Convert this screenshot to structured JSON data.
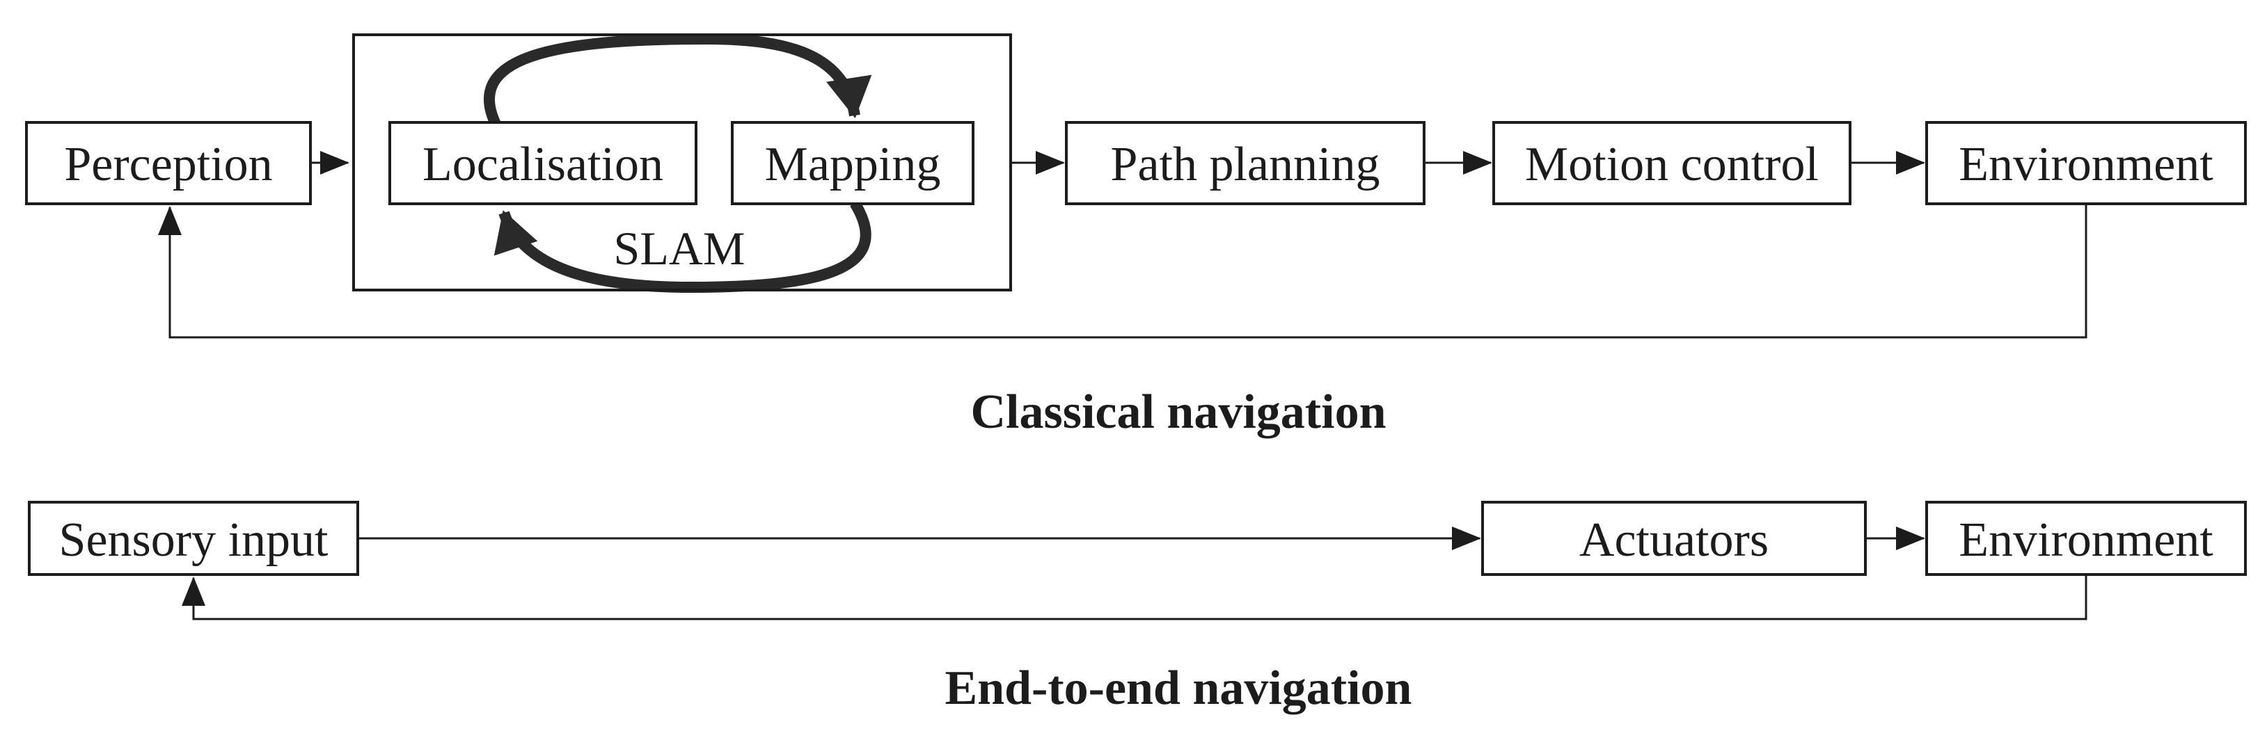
{
  "meta": {
    "background_color": "#ffffff",
    "ink_color": "#1c1c1c"
  },
  "classical": {
    "caption": "Classical navigation",
    "nodes": {
      "perception": "Perception",
      "localisation": "Localisation",
      "mapping": "Mapping",
      "slam": "SLAM",
      "path_planning": "Path planning",
      "motion_control": "Motion control",
      "environment": "Environment"
    }
  },
  "end_to_end": {
    "caption": "End-to-end navigation",
    "nodes": {
      "sensory_input": "Sensory input",
      "actuators": "Actuators",
      "environment": "Environment"
    }
  }
}
